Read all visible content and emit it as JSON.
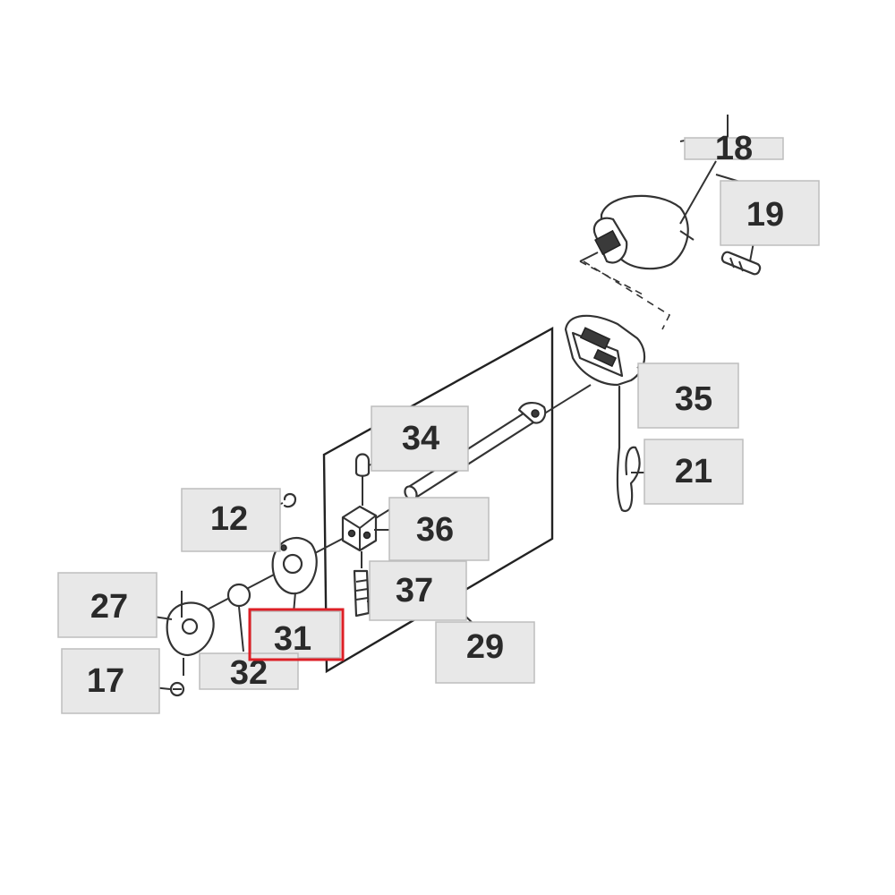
{
  "callouts": [
    {
      "id": "c18",
      "label": "18"
    },
    {
      "id": "c19",
      "label": "19"
    },
    {
      "id": "c35",
      "label": "35"
    },
    {
      "id": "c34",
      "label": "34"
    },
    {
      "id": "c21",
      "label": "21"
    },
    {
      "id": "c12",
      "label": "12"
    },
    {
      "id": "c36",
      "label": "36"
    },
    {
      "id": "c37",
      "label": "37"
    },
    {
      "id": "c27",
      "label": "27"
    },
    {
      "id": "c31",
      "label": "31"
    },
    {
      "id": "c29",
      "label": "29"
    },
    {
      "id": "c32",
      "label": "32"
    },
    {
      "id": "c17",
      "label": "17"
    }
  ],
  "highlight": {
    "label": "31",
    "color": "#dd1f26"
  },
  "colors": {
    "line": "#333333",
    "callout_fill": "#e8e8e8",
    "callout_stroke": "#bdbdbd"
  }
}
